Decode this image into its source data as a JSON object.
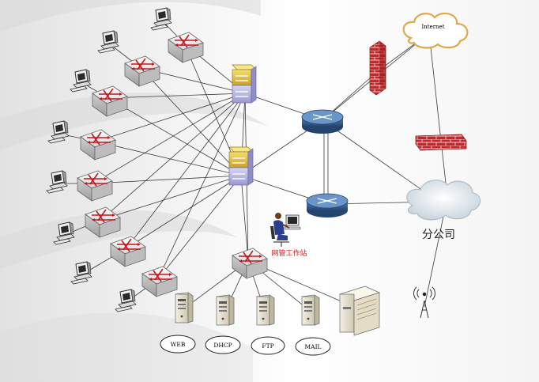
{
  "labels": {
    "internet": "Internet",
    "branch": "分公司",
    "nms": "网管工作站",
    "web": "WEB",
    "dhcp": "DHCP",
    "ftp": "FTP",
    "mail": "MAIL"
  },
  "icons": {
    "pc": "desktop-pc-icon",
    "switch": "access-switch-icon",
    "core": "core-switch-icon",
    "router": "router-icon",
    "firewall": "firewall-icon",
    "cloud": "cloud-icon",
    "server": "server-tower-icon",
    "storage": "storage-cabinet-icon",
    "antenna": "wireless-antenna-icon",
    "operator": "operator-workstation-icon"
  },
  "colors": {
    "line": "#3a3a3a",
    "firewall": "#c8242a",
    "router": "#2f5a8c",
    "core_top": "#e8c54a",
    "core_bottom": "#b9b8e6",
    "switch_arrow": "#c0191e",
    "nms_label": "#d41515"
  }
}
